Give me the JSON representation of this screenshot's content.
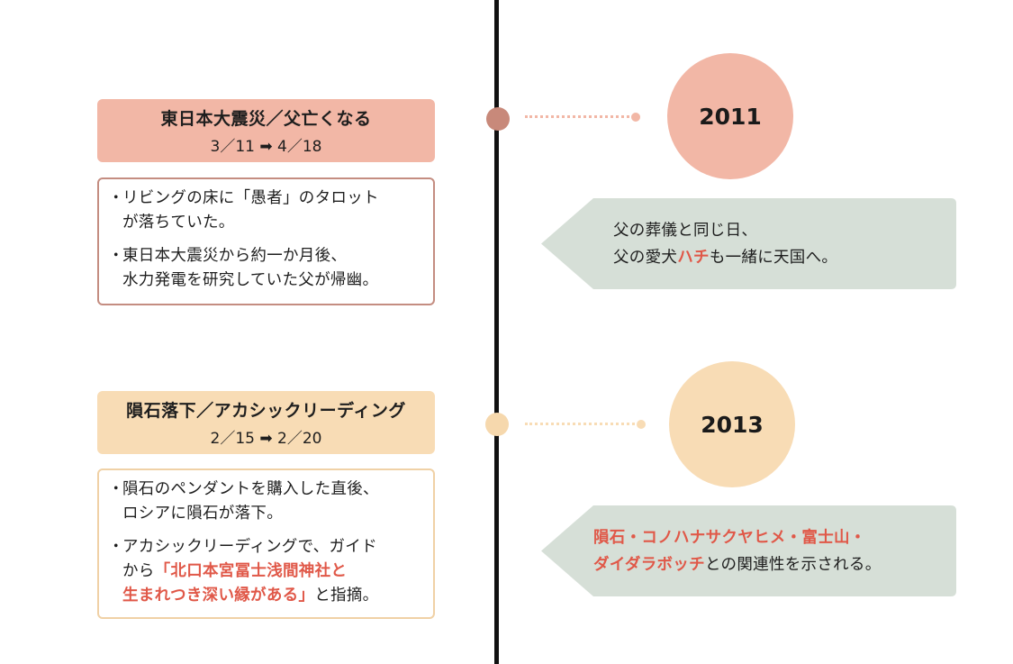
{
  "colors": {
    "axis": "#111111",
    "salmon": "#f2b7a6",
    "salmon_border": "#c48d81",
    "salmon_node": "#c8897a",
    "peach": "#f8dcb5",
    "peach_border": "#f0d1a6",
    "peach_node": "#f6d8ad",
    "callout_bg": "#d6dfd7",
    "highlight": "#e05848"
  },
  "events": [
    {
      "year": "2011",
      "title": "東日本大震災／父亡くなる",
      "dates": "3／11 ➡ 4／18",
      "bullet_symbol": "・",
      "details": [
        {
          "lines": [
            "リビングの床に「愚者」のタロット",
            "が落ちていた。"
          ]
        },
        {
          "lines": [
            "東日本大震災から約一か月後、",
            "水力発電を研究していた父が帰幽。"
          ]
        }
      ],
      "callout": {
        "line1": "父の葬儀と同じ日、",
        "line2_pre": "父の愛犬",
        "line2_em": "ハチ",
        "line2_post": "も一緒に天国へ。"
      }
    },
    {
      "year": "2013",
      "title": "隕石落下／アカシックリーディング",
      "dates": "2／15 ➡ 2／20",
      "bullet_symbol": "・",
      "details": [
        {
          "lines": [
            "隕石のペンダントを購入した直後、",
            "ロシアに隕石が落下。"
          ]
        },
        {
          "line1": "アカシックリーディングで、ガイド",
          "line2_pre": "から",
          "line2_em": "「北口本宮冨士浅間神社と",
          "line3_em": "生まれつき深い縁がある」",
          "line3_post": "と指摘。"
        }
      ],
      "callout": {
        "line1_em": "隕石・コノハナサクヤヒメ・富士山・",
        "line2_em": "ダイダラボッチ",
        "line2_post": "との関連性を示される。"
      }
    }
  ]
}
